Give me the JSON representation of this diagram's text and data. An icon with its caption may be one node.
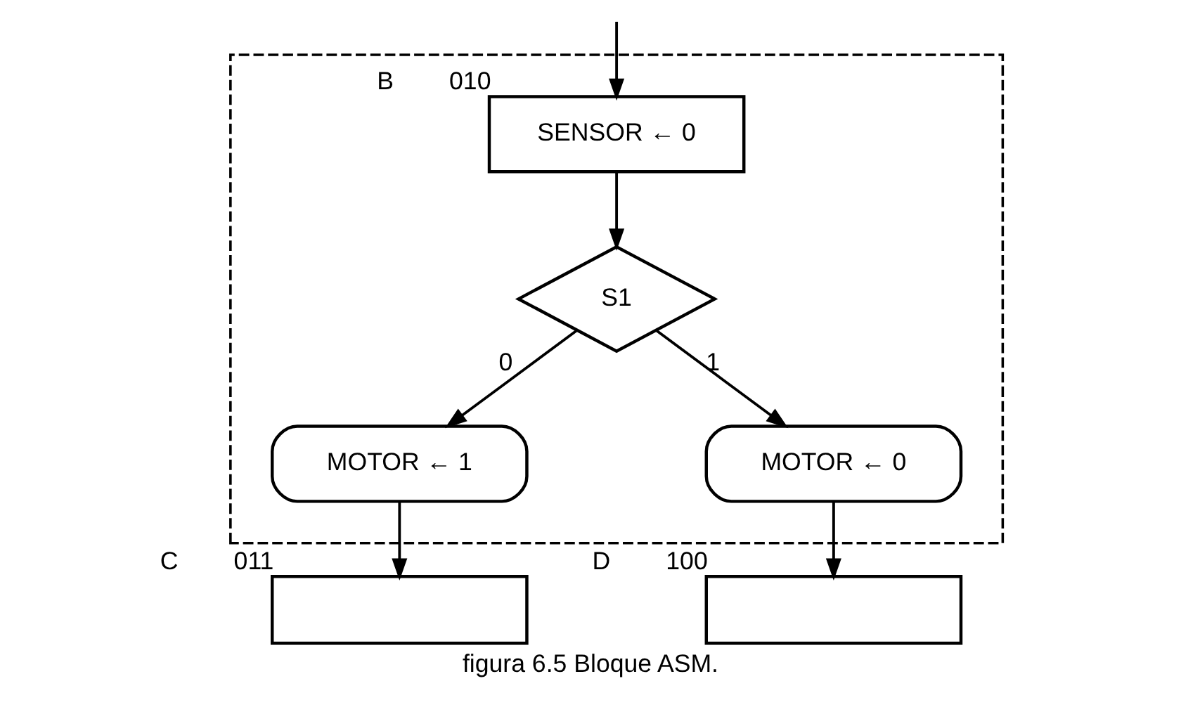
{
  "diagram": {
    "caption": "figura 6.5 Bloque ASM.",
    "nodes": [
      {
        "text": [],
        "shape": "box"
      },
      {
        "text": [
          "SENSOR ← 0"
        ],
        "beside": [
          "B",
          "010"
        ],
        "in": 0
      },
      {
        "text": [
          "S1"
        ],
        "in": 0
      },
      {
        "text": [
          "MOTOR ← 1"
        ],
        "in": 0
      },
      {
        "text": [
          "MOTOR ← 0"
        ],
        "in": 0
      },
      {
        "text": [],
        "shape": "box",
        "beside": [
          "C",
          "011"
        ]
      },
      {
        "text": [],
        "shape": "box",
        "beside": [
          "D",
          "100"
        ]
      }
    ],
    "edges": [
      {
        "from": null,
        "to": 1,
        "arrow": "to"
      },
      {
        "from": 1,
        "to": 2,
        "arrow": "to"
      },
      {
        "from": 2,
        "to": 3,
        "arrow": "to",
        "label": "0"
      },
      {
        "from": 2,
        "to": 4,
        "arrow": "to",
        "label": "1"
      },
      {
        "from": 3,
        "to": 5,
        "arrow": "to"
      },
      {
        "from": 4,
        "to": 6,
        "arrow": "to"
      }
    ]
  }
}
